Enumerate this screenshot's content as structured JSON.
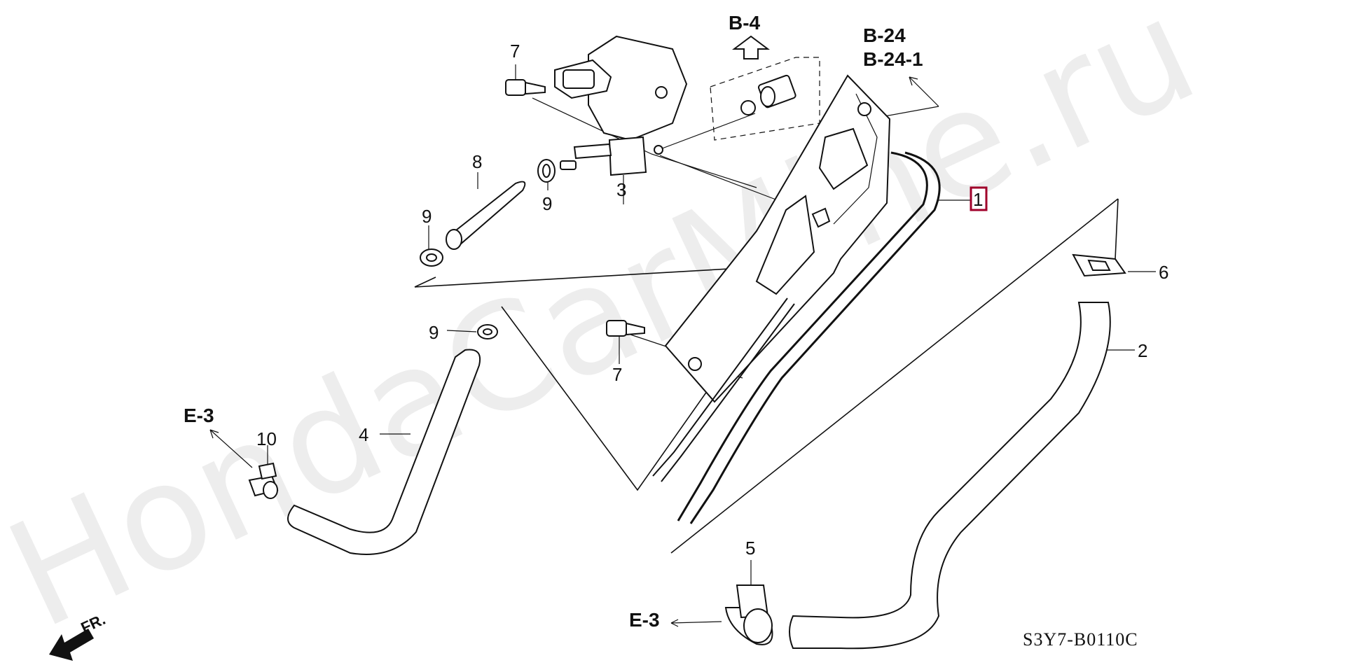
{
  "watermark": "HondaCarMine.ru",
  "diagram_code": "S3Y7-B0110C",
  "references": {
    "b4": "B-4",
    "b24": "B-24",
    "b24_1": "B-24-1",
    "e3_left": "E-3",
    "e3_bottom": "E-3"
  },
  "direction_label": "FR.",
  "callouts": {
    "p1": "1",
    "p2": "2",
    "p3": "3",
    "p4": "4",
    "p5": "5",
    "p6": "6",
    "p7_top": "7",
    "p7_mid": "7",
    "p8": "8",
    "p9_left": "9",
    "p9_mid": "9",
    "p9_lower": "9",
    "p10": "10"
  },
  "colors": {
    "highlight": "#a0002a",
    "ink": "#111111"
  }
}
